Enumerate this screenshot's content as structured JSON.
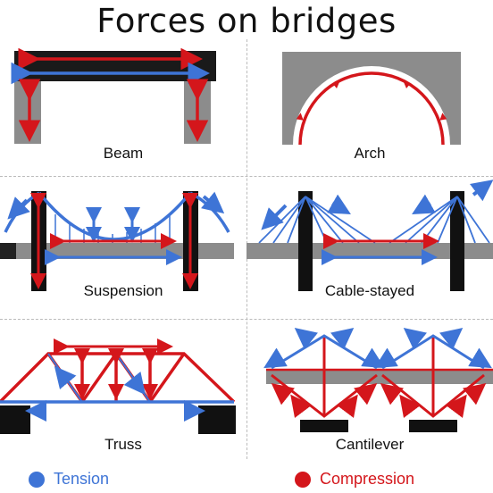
{
  "title": "Forces on bridges",
  "colors": {
    "tension": "#3e74d6",
    "compression": "#d4161b",
    "deck": "#8c8c8c",
    "pier": "#222222"
  },
  "panels": {
    "beam": "Beam",
    "arch": "Arch",
    "suspension": "Suspension",
    "cable_stayed": "Cable-stayed",
    "truss": "Truss",
    "cantilever": "Cantilever"
  },
  "legend": {
    "tension": "Tension",
    "compression": "Compression"
  }
}
